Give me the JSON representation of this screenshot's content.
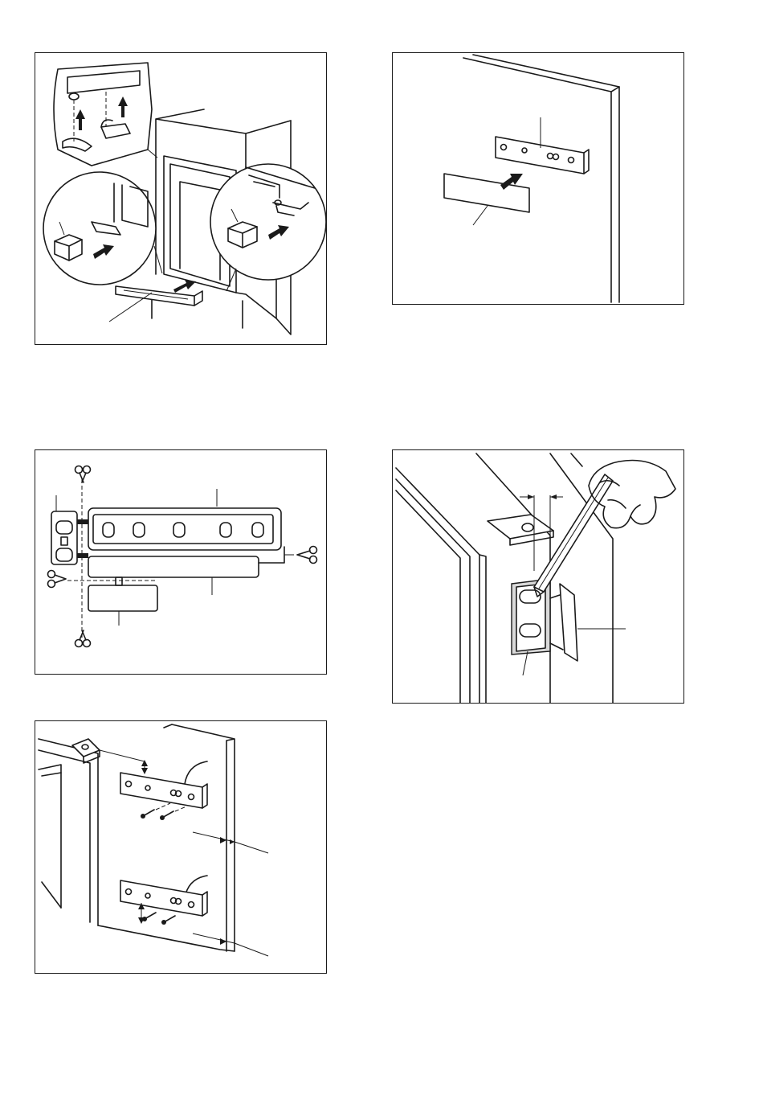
{
  "figures": [
    {
      "id": "fig-1",
      "labels": []
    },
    {
      "id": "fig-2",
      "labels": []
    },
    {
      "id": "fig-3",
      "labels": []
    },
    {
      "id": "fig-4",
      "labels": []
    },
    {
      "id": "fig-5",
      "labels": []
    }
  ]
}
